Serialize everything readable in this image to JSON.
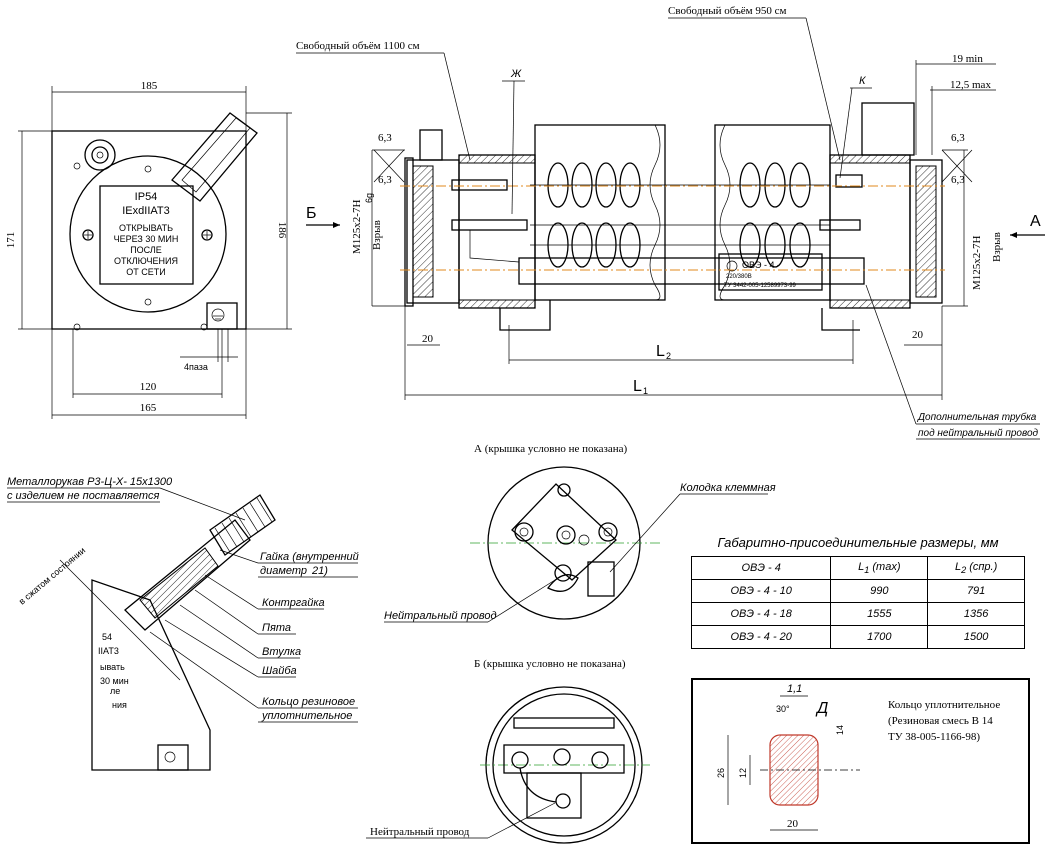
{
  "front_view": {
    "width_185": "185",
    "height_171": "171",
    "height_186": "186",
    "dim_120": "120",
    "dim_165": "165",
    "plate_lines": [
      "IP54",
      "IExdIIAT3",
      "ОТКРЫВАТЬ",
      "ЧЕРЕЗ 30 МИН",
      "ПОСЛЕ",
      "ОТКЛЮЧЕНИЯ",
      "ОТ СЕТИ"
    ],
    "small_dim": "4паза"
  },
  "main_view": {
    "free_volume_left": "Свободный объём 1100 см",
    "free_volume_right": "Свободный объём 950 см",
    "label_zh": "Ж",
    "label_k": "К",
    "view_b_arrow": "Б",
    "view_a_arrow": "А",
    "dim_19min": "19 min",
    "dim_125max": "12,5 max",
    "dim_63": "6,3",
    "thread_left": "М125х2-7Н",
    "thread_right": "М125х2-7Н",
    "thread_left_sub": "6g",
    "explosion_left": "Взрыв",
    "explosion_right": "Взрыв",
    "dim_20_left": "20",
    "dim_20_right": "20",
    "dim_L2": "L",
    "dim_L2_sub": "2",
    "dim_L1": "L",
    "dim_L1_sub": "1",
    "nameplate": [
      "ОВЭ - 4 -",
      "220/380В",
      "ТУ 3442-005-12589973-99"
    ],
    "note_tube_line1": "Дополнительная трубка",
    "note_tube_line2": "под нейтральный провод"
  },
  "view_a": {
    "title": "А (крышка условно не показана)",
    "terminal_block": "Колодка клеммная",
    "neutral_wire": "Нейтральный провод"
  },
  "view_b": {
    "title": "Б (крышка условно не показана)",
    "neutral_wire": "Нейтральный провод"
  },
  "detail_left": {
    "hose_line1": "Металлорукав Р3-Ц-Х- 15х1300",
    "hose_line2": "с изделием не поставляется",
    "nut_line1": "Гайка (внутренний",
    "nut_line2": "диаметр ",
    "nut_diam": "21)",
    "counter_nut": "Контргайка",
    "gland": "Пята",
    "sleeve": "Втулка",
    "washer": "Шайба",
    "ring_line1": "Кольцо резиновое",
    "ring_line2": "уплотнительное",
    "side_note": "в сжатом состоянии",
    "plate_fragment": [
      "54",
      "IIAT3",
      "ывать",
      "30 мин",
      "ле",
      "ния"
    ]
  },
  "dims_table": {
    "title": "Габаритно-присоединительные размеры, мм",
    "headers": [
      "ОВЭ - 4",
      "L",
      "(max)",
      "L",
      "(спр.)"
    ],
    "rows": [
      [
        "ОВЭ - 4 - 10",
        "990",
        "791"
      ],
      [
        "ОВЭ - 4 - 18",
        "1555",
        "1356"
      ],
      [
        "ОВЭ - 4 - 20",
        "1700",
        "1500"
      ]
    ]
  },
  "seal_detail": {
    "label_d": "Д",
    "roughness": "1,1",
    "angle": "30°",
    "dim_14": "14",
    "dim_26": "26",
    "dim_12": "12",
    "dim_20": "20",
    "text_lines": [
      "Кольцо уплотнительное",
      "(Резиновая смесь В 14",
      "ТУ 38-005-1166-98)"
    ]
  }
}
